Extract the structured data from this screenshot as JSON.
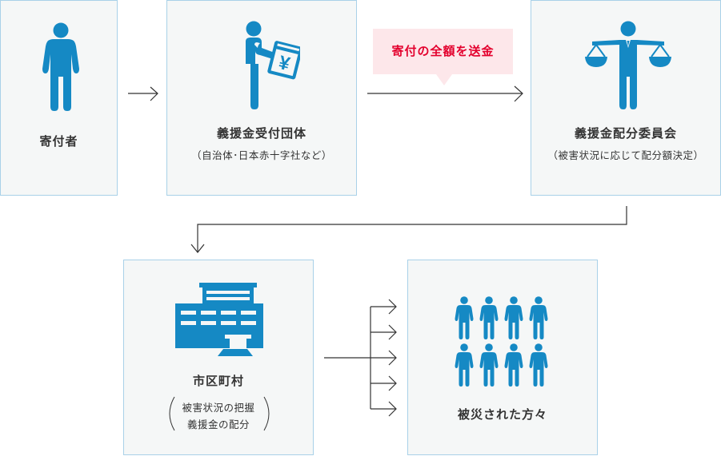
{
  "colors": {
    "icon": "#1589c4",
    "box_bg": "#f5f7f7",
    "box_border": "#a9d1e8",
    "callout_bg": "#fde7ea",
    "callout_text": "#e3002d",
    "arrow": "#333333"
  },
  "nodes": {
    "donor": {
      "title": "寄付者",
      "icon": "person-icon"
    },
    "receiving_org": {
      "title": "義援金受付団体",
      "subtitle": "（自治体･日本赤十字社など）",
      "icon": "person-with-yen-box-icon"
    },
    "allocation_committee": {
      "title": "義援金配分委員会",
      "subtitle": "（被害状況に応じて配分額決定）",
      "icon": "person-with-scales-icon"
    },
    "municipality": {
      "title": "市区町村",
      "subtitle_lines": [
        "被害状況の把握",
        "義援金の配分"
      ],
      "icon": "city-hall-building-icon"
    },
    "victims": {
      "title": "被災された方々",
      "icon": "group-of-people-icon"
    }
  },
  "callout": {
    "text": "寄付の全額を送金"
  }
}
